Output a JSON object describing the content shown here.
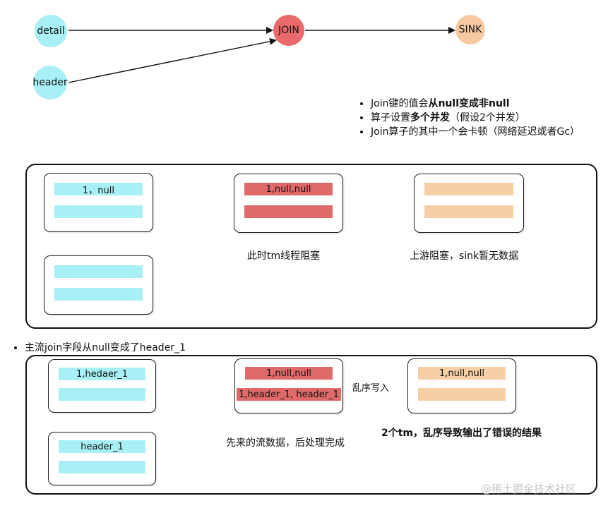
{
  "flow": {
    "detail": "detail",
    "header": "header",
    "join": "JOIN",
    "sink": "SINK"
  },
  "colors": {
    "cyan": "#a8f0f6",
    "join_red": "#e86a6a",
    "sink_orange": "#f6c9a2",
    "bar_red": "#e06a6a",
    "bar_orange": "#f7cfa6"
  },
  "notes": [
    {
      "pre": "Join键的值会",
      "bold": "从null变成非null",
      "post": ""
    },
    {
      "pre": "算子设置",
      "bold": "多个并发",
      "post": "（假设2个并发）"
    },
    {
      "pre": "Join算子的其中一个会卡顿（网络延迟或者Gc）",
      "bold": "",
      "post": ""
    }
  ],
  "panel1": {
    "source_bar1": "1，null",
    "join_bar1": "1,null,null",
    "caption_join": "此时tm线程阻塞",
    "caption_sink": "上游阻塞，sink暂无数据"
  },
  "mid_note": "主流join字段从null变成了header_1",
  "panel2": {
    "source_top_bar1": "1,hedaer_1",
    "source_bottom_bar1": "header_1",
    "join_bar1": "1,null,null",
    "join_bar2": "1,header_1, header_1",
    "arrow_label": "乱序写入",
    "sink_bar1": "1,null,null",
    "caption_join": "先来的流数据，后处理完成",
    "caption_result": "2个tm，乱序导致输出了错误的结果"
  },
  "watermark": "@稀土掘金技术社区"
}
